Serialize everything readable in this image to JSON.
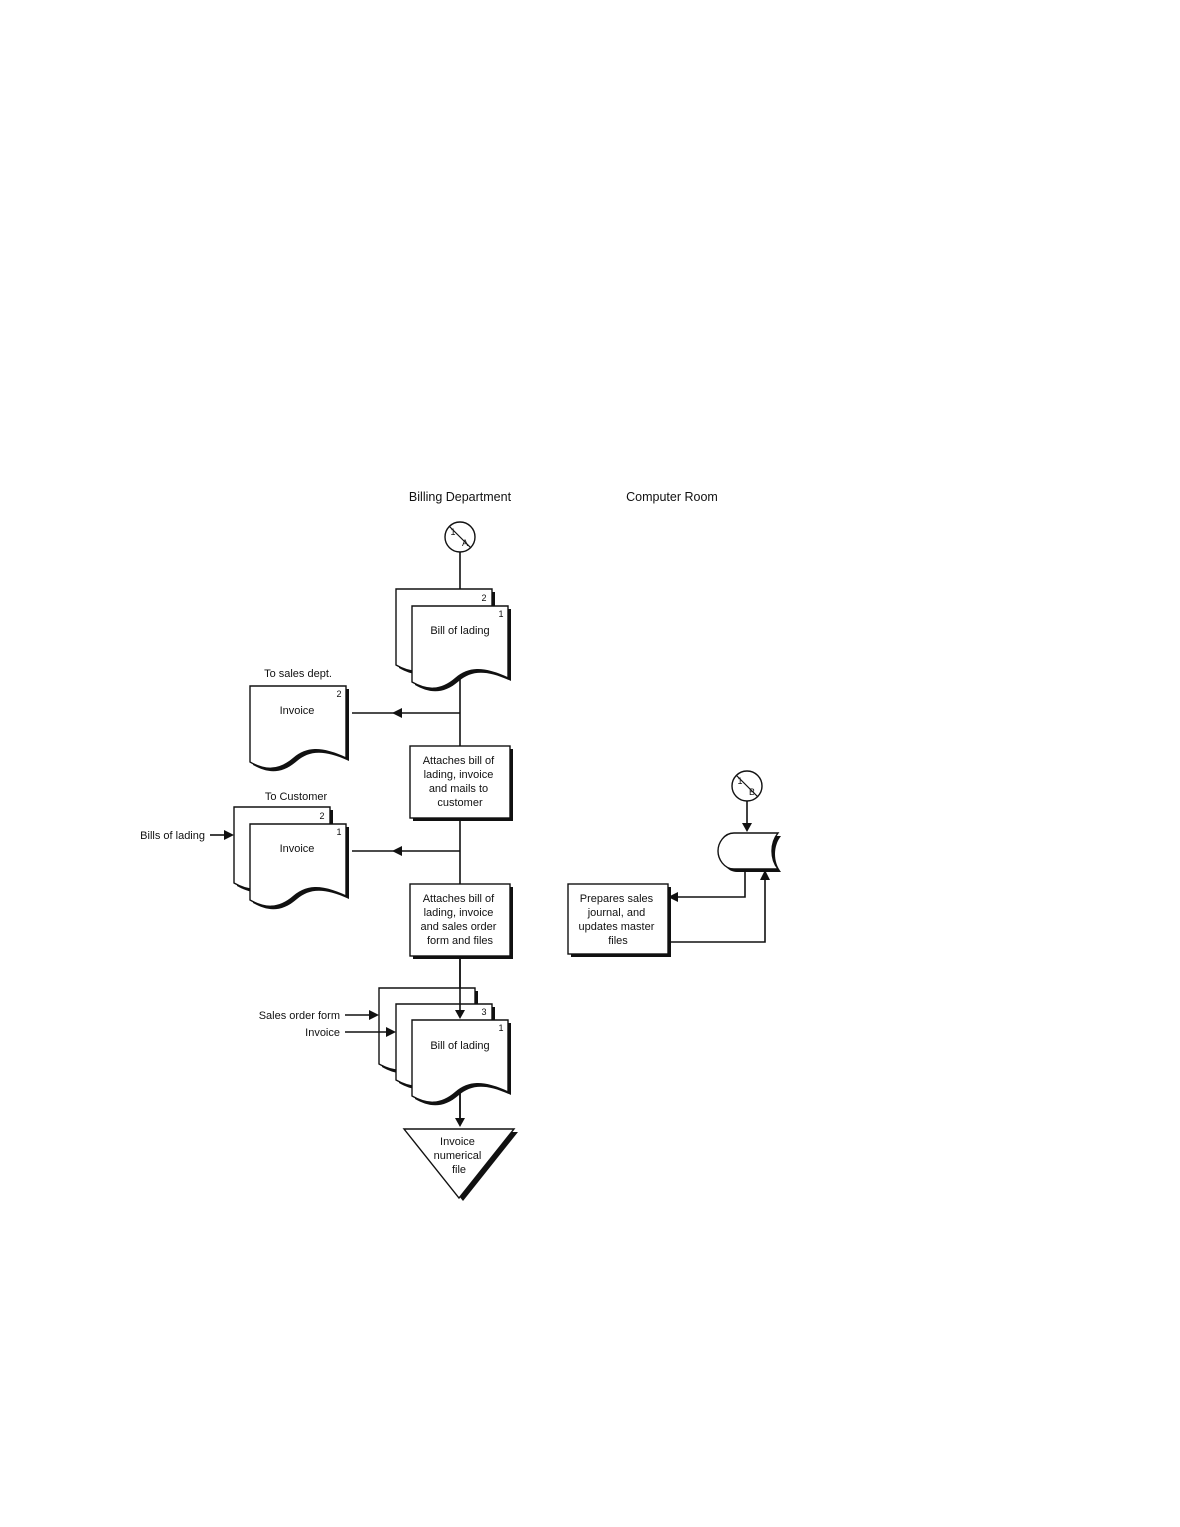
{
  "columns": {
    "billing": "Billing Department",
    "computer": "Computer Room"
  },
  "connectors": {
    "a": {
      "top": "1",
      "bottom": "A"
    },
    "b": {
      "top": "1",
      "bottom": "B"
    }
  },
  "documents": {
    "bol_top": {
      "label": "Bill of lading",
      "copy_front": "1",
      "copy_back": "2"
    },
    "invoice_sales": {
      "label": "Invoice",
      "copy": "2",
      "caption": "To sales dept."
    },
    "invoice_customer": {
      "label": "Invoice",
      "copy_front": "1",
      "copy_back": "2",
      "caption": "To Customer"
    },
    "bol_bottom": {
      "label": "Bill of lading",
      "copy_front": "1",
      "copy_middle": "3"
    }
  },
  "processes": {
    "attach_mail": [
      "Attaches bill of",
      "lading, invoice",
      "and mails to",
      "customer"
    ],
    "attach_files": [
      "Attaches bill of",
      "lading, invoice",
      "and sales order",
      "form and files"
    ],
    "prepares_journal": [
      "Prepares sales",
      "journal, and",
      "updates master",
      "files"
    ]
  },
  "side_labels": {
    "bills_of_lading": "Bills of lading",
    "sales_order_form": "Sales order form",
    "invoice": "Invoice"
  },
  "file": [
    "Invoice",
    "numerical",
    "file"
  ]
}
